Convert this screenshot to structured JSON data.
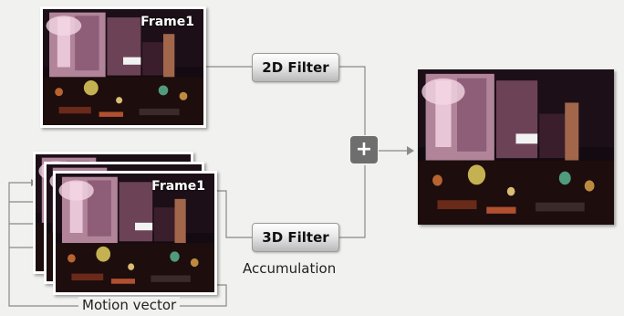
{
  "frames": {
    "top_label": "Frame1",
    "stack_label": "Frame1"
  },
  "filters": {
    "filter_2d": "2D Filter",
    "filter_3d": "3D Filter"
  },
  "combine_symbol": "+",
  "captions": {
    "accumulation": "Accumulation",
    "motion_vector": "Motion vector"
  }
}
